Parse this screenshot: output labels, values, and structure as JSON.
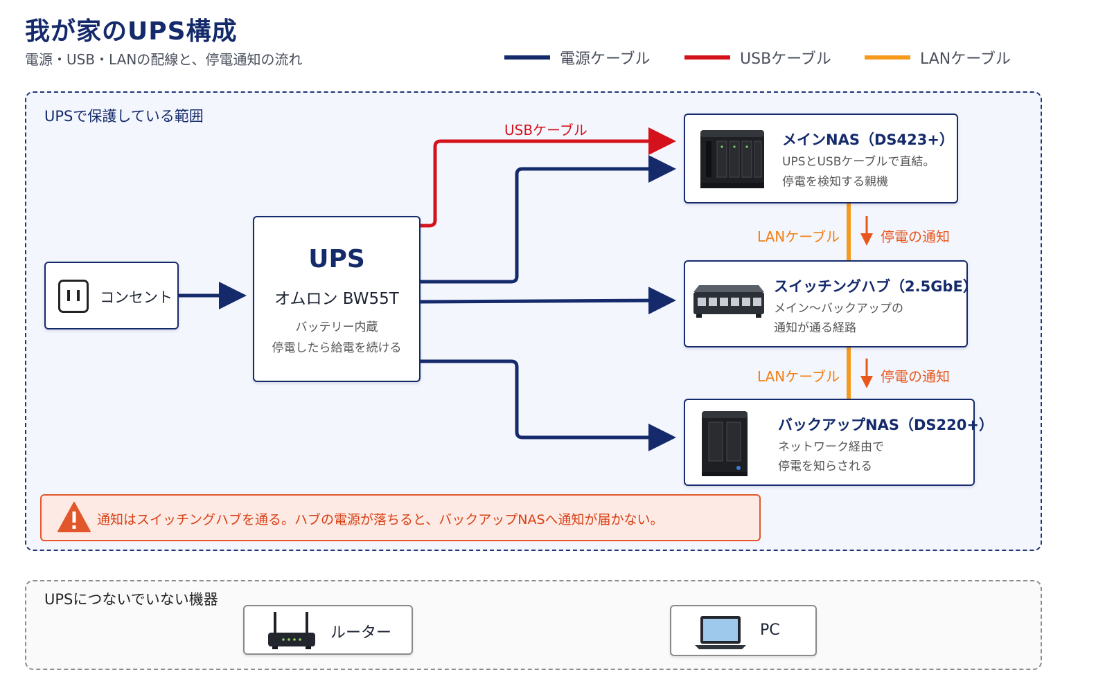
{
  "header": {
    "title": "我が家のUPS構成",
    "subtitle": "電源・USB・LANの配線と、停電通知の流れ"
  },
  "legend": [
    {
      "label": "電源ケーブル",
      "color": "#142a6b"
    },
    {
      "label": "USBケーブル",
      "color": "#d4121c"
    },
    {
      "label": "LANケーブル",
      "color": "#f59a1d"
    }
  ],
  "zones": {
    "protected_label": "UPSで保護している範囲",
    "unprotected_label": "UPSにつないでいない機器"
  },
  "outlet": {
    "label": "コンセント",
    "icon": "outlet-icon"
  },
  "ups": {
    "title": "UPS",
    "model": "オムロン BW55T",
    "desc_line1": "バッテリー内蔵",
    "desc_line2": "停電したら給電を続ける"
  },
  "devices": {
    "main_nas": {
      "title": "メインNAS（DS423+）",
      "desc_line1": "UPSとUSBケーブルで直結。",
      "desc_line2": "停電を検知する親機",
      "icon": "nas-4bay-icon"
    },
    "switch": {
      "title": "スイッチングハブ（2.5GbE）",
      "desc_line1": "メイン〜バックアップの",
      "desc_line2": "通知が通る経路",
      "icon": "switch-icon"
    },
    "backup_nas": {
      "title": "バックアップNAS（DS220+）",
      "desc_line1": "ネットワーク経由で",
      "desc_line2": "停電を知らされる",
      "icon": "nas-2bay-icon"
    }
  },
  "wire_labels": {
    "usb": "USBケーブル",
    "lan1": "LANケーブル",
    "notify1": "停電の通知",
    "lan2": "LANケーブル",
    "notify2": "停電の通知"
  },
  "warning": {
    "text": "通知はスイッチングハブを通る。ハブの電源が落ちると、バックアップNASへ通知が届かない。",
    "icon": "warning-icon"
  },
  "unprotected_devices": [
    {
      "label": "ルーター",
      "icon": "router-icon"
    },
    {
      "label": "PC",
      "icon": "laptop-icon"
    }
  ],
  "colors": {
    "power": "#142a6b",
    "usb": "#d4121c",
    "lan": "#f59a1d",
    "notify": "#e8561b",
    "warning": "#e2562b"
  }
}
